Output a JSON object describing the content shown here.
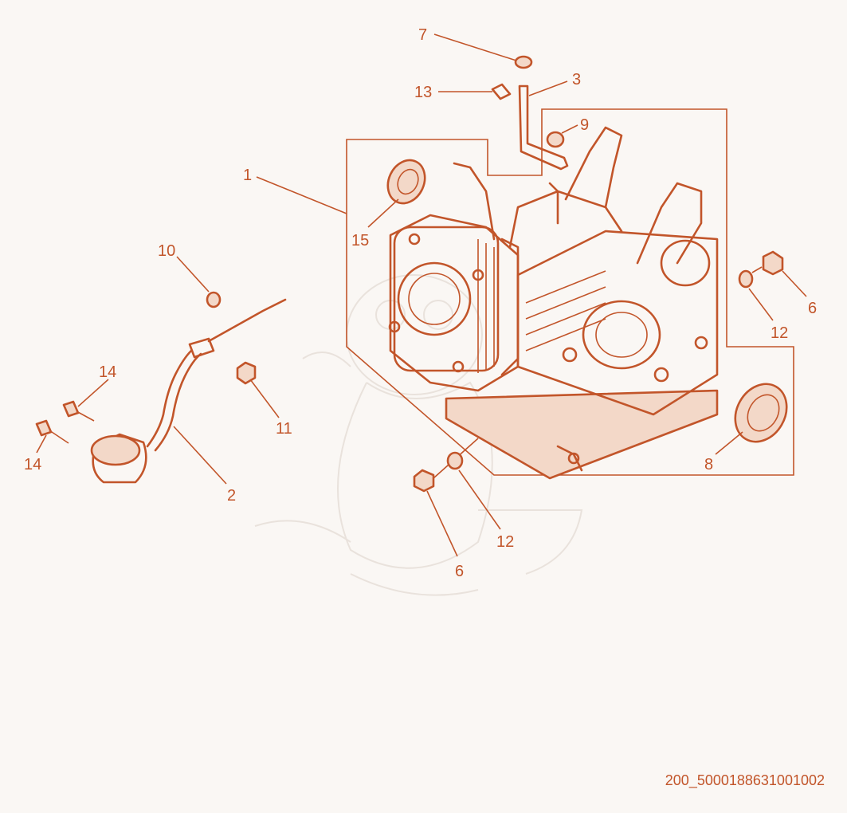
{
  "diagram": {
    "callouts": [
      "7",
      "3",
      "13",
      "9",
      "1",
      "15",
      "10",
      "6",
      "12",
      "14",
      "11",
      "14",
      "2",
      "8",
      "12",
      "6"
    ],
    "document_code": "200_5000188631001002",
    "accent_color": "#c2552a",
    "background_color": "#faf7f4"
  }
}
